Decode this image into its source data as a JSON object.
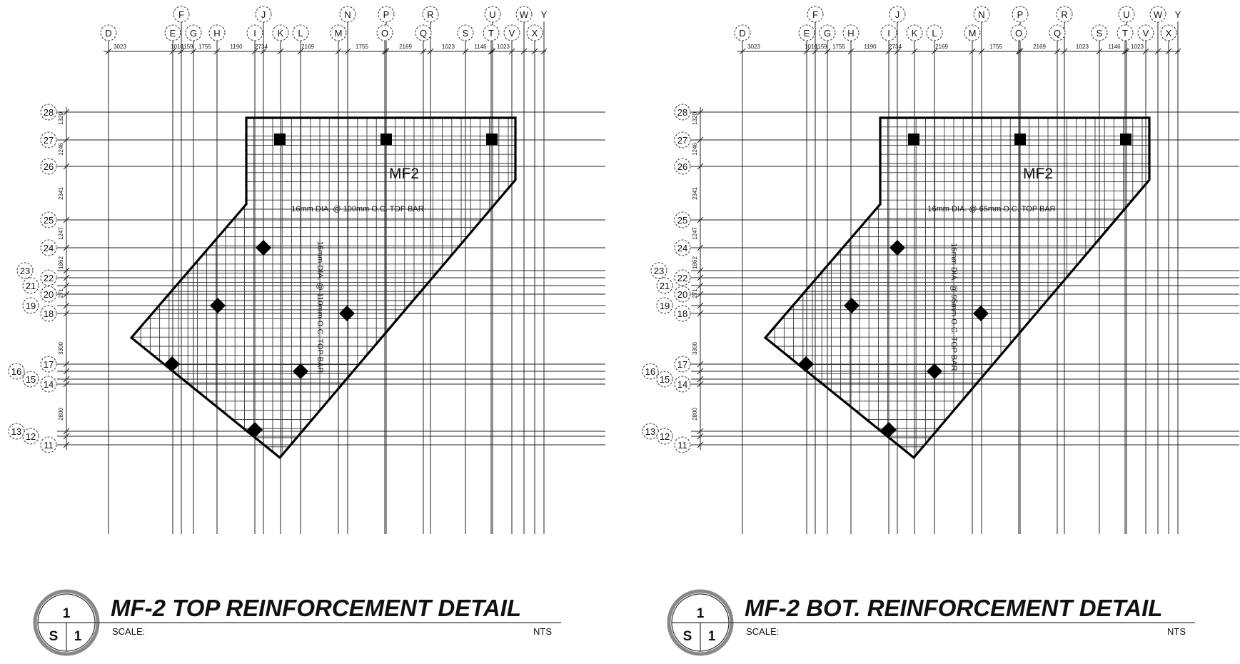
{
  "col_labels": [
    "D",
    "E",
    "F",
    "G",
    "H",
    "I",
    "J",
    "K",
    "L",
    "M",
    "N",
    "O",
    "P",
    "Q",
    "R",
    "S",
    "T",
    "U",
    "V",
    "W",
    "X",
    "Y"
  ],
  "col_dims": [
    "3023",
    "1010",
    "1159",
    "1755",
    "1190",
    "2734",
    "2169",
    "1755",
    "2169",
    "1023",
    "1146",
    "1023"
  ],
  "row_labels": [
    "28",
    "27",
    "26",
    "25",
    "24",
    "23",
    "22",
    "21",
    "20",
    "19",
    "18",
    "17",
    "16",
    "15",
    "14",
    "13",
    "12",
    "11"
  ],
  "row_dims": [
    "1320",
    "1246",
    "2341",
    "1247",
    "1862",
    "271",
    "3300",
    "2800"
  ],
  "details": [
    {
      "mark": "MF2",
      "top_bar": "16mm DIA. @ 100mm O.C. TOP BAR",
      "side_bar": "16mm DIA. @ 110mm O.C. TOP BAR",
      "title": "MF-2 TOP REINFORCEMENT DETAIL",
      "detail_number": "1",
      "sheet_prefix": "S",
      "sheet_number": "1",
      "scale_label": "SCALE:",
      "scale_value": "NTS"
    },
    {
      "mark": "MF2",
      "top_bar": "16mm DIA. @ 65mm O.C. TOP BAR",
      "side_bar": "16mm DIA. @ 95mm O.C. TOP BAR",
      "title": "MF-2 BOT. REINFORCEMENT DETAIL",
      "detail_number": "1",
      "sheet_prefix": "S",
      "sheet_number": "1",
      "scale_label": "SCALE:",
      "scale_value": "NTS"
    }
  ]
}
